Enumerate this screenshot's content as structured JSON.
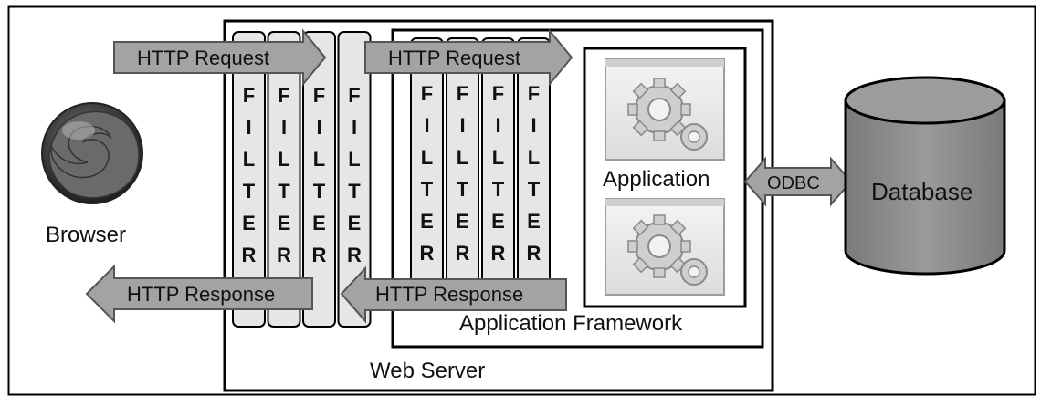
{
  "diagram": {
    "browser": {
      "label": "Browser",
      "icon": "firefox-globe-icon"
    },
    "web_server": {
      "label": "Web Server"
    },
    "application_framework": {
      "label": "Application Framework"
    },
    "application": {
      "label": "Application",
      "icon": "gears-icon"
    },
    "database": {
      "label": "Database",
      "icon": "cylinder-icon"
    },
    "filter_letters": [
      "F",
      "I",
      "L",
      "T",
      "E",
      "R"
    ],
    "outer_filter_count": 4,
    "inner_filter_count": 4,
    "arrows": {
      "request_outer": "HTTP Request",
      "request_inner": "HTTP Request",
      "response_inner": "HTTP Response",
      "response_outer": "HTTP Response",
      "odbc": "ODBC"
    },
    "colors": {
      "arrow_fill": "#a3a3a3",
      "filter_fill": "#e6e6e6",
      "database_fill": "#8c8c8c",
      "frame_stroke": "#000000"
    }
  }
}
